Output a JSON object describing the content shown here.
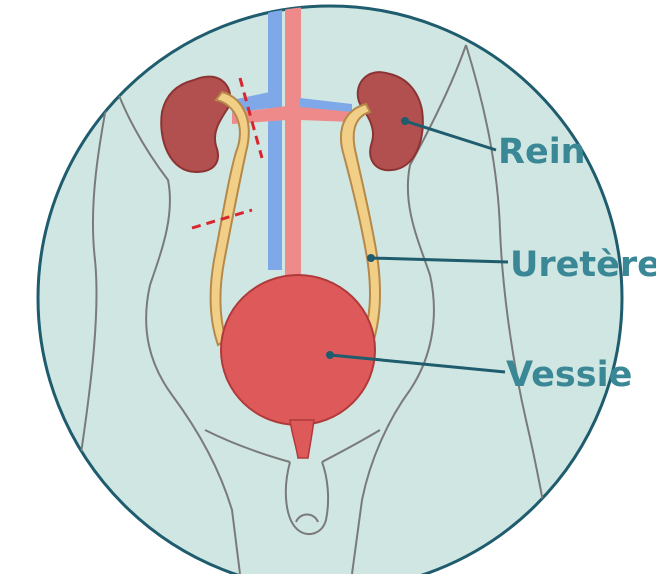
{
  "labels": {
    "kidney": "Rein",
    "ureter": "Uretère",
    "bladder": "Vessie"
  },
  "colors": {
    "background": "#ffffff",
    "circle_fill": "#cfe6e2",
    "circle_stroke": "#1e5c6e",
    "body_outline": "#7a7a7a",
    "label": "#3a8796",
    "leader": "#1e5c6e",
    "kidney": "#b24f4f",
    "kidney_dark": "#8c3434",
    "ureter": "#f2cf86",
    "ureter_outline": "#b5894a",
    "bladder": "#de5a5a",
    "bladder_dark": "#b03a3a",
    "artery": "#ef8a8a",
    "vein": "#7fa8e8",
    "cut_marks": "#d8262c"
  }
}
